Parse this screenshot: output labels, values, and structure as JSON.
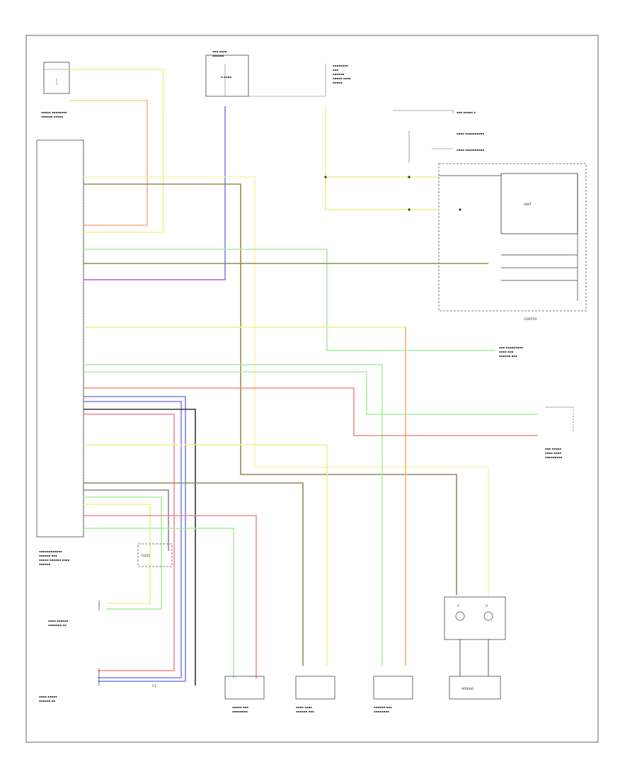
{
  "colors": {
    "yellow": "#f2f08a",
    "yellow_light": "#f6f3b0",
    "orange": "#f2b28a",
    "green": "#a6ef9e",
    "blue": "#7f7ff0",
    "purple": "#b07ae0",
    "red": "#f28a8a",
    "olive": "#8f8b55",
    "gray": "#8a8a8a",
    "black": "#333333",
    "frame": "#666666"
  },
  "labels": {
    "module_bottom": "AIRBAG",
    "control_unit": "UNIT",
    "center_box": "CENTER",
    "ground": "G201",
    "module_c": "C1",
    "cap_a": "C",
    "cap_b": "A",
    "sub_1": "UNIT",
    "sub_2": "UNIT"
  }
}
